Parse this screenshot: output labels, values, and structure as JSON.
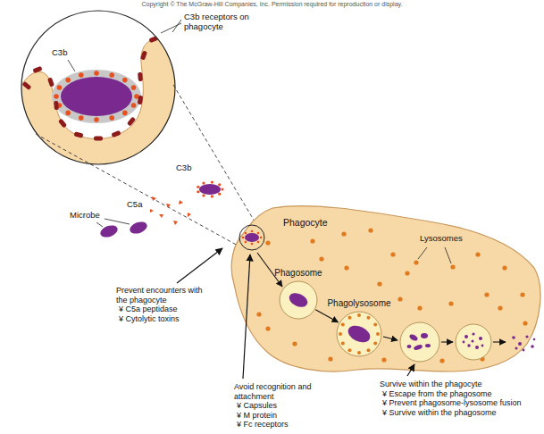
{
  "diagram": {
    "nodes": [
      {
        "text": [
          "Phagocyte"
        ]
      },
      {
        "text": [
          "Phagosome"
        ],
        "in": 0
      },
      {
        "text": [
          "Phagolysosome"
        ],
        "in": 0
      }
    ],
    "edges": [
      {
        "from": 1,
        "to": 2,
        "arrow": "to"
      }
    ],
    "labels": [
      "Copyright © The McGraw-Hill Companies, Inc. Permission required for reproduction or display.",
      "C3b receptors on phagocyte",
      "C3b",
      "C3b",
      "C5a",
      "Microbe",
      "Lysosomes",
      "Prevent encounters with the phagocyte",
      "¥ C5a peptidase",
      "¥ Cytolytic toxins",
      "Avoid recognition and attachment",
      "¥ Capsules",
      "¥ M protein",
      "¥ Fc receptors",
      "Survive within the phagocyte",
      "¥ Escape from the phagosome",
      "¥ Prevent phagosome-lysosome fusion",
      "¥ Survive within the phagosome"
    ]
  }
}
